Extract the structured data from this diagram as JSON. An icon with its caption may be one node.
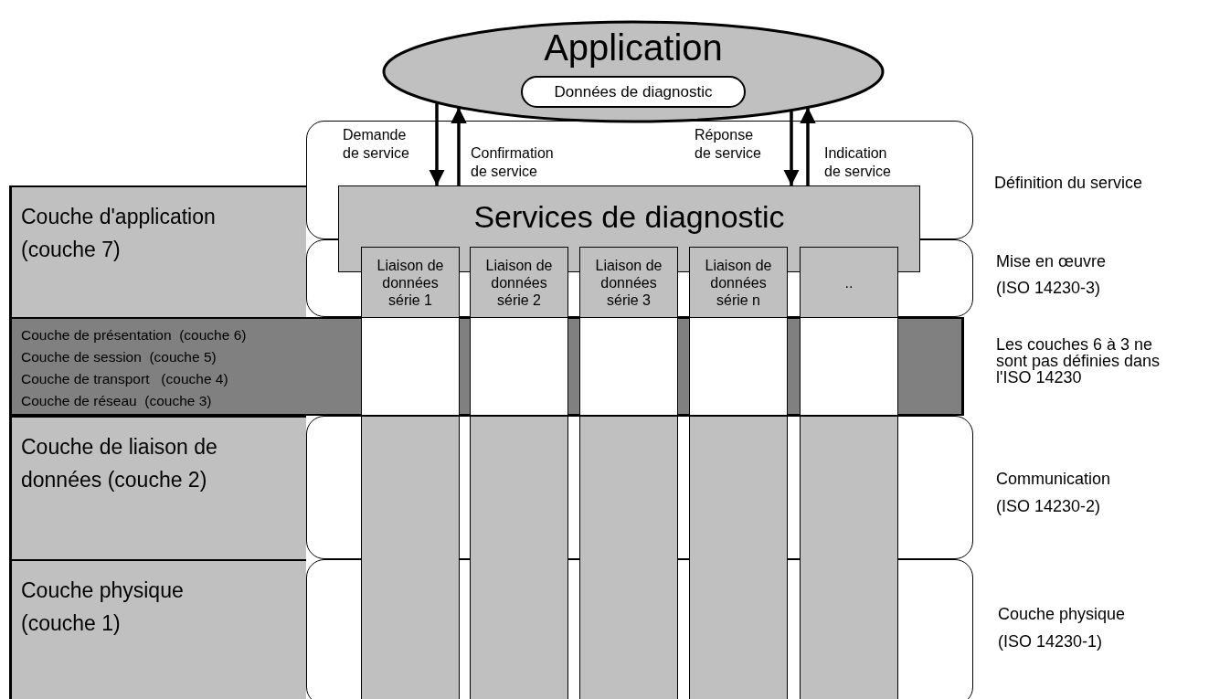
{
  "diagram": {
    "nodes": [
      {
        "text": [
          "Application"
        ]
      },
      {
        "text": [
          "Données de diagnostic"
        ],
        "in": 0
      },
      {
        "text": [
          "Services de diagnostic"
        ]
      },
      {
        "text": [
          "Liaison de données série 1"
        ]
      },
      {
        "text": [
          "Liaison de données série 2"
        ]
      },
      {
        "text": [
          "Liaison de données série 3"
        ]
      },
      {
        "text": [
          "Liaison de données série n"
        ]
      },
      {
        "text": [
          ".."
        ]
      },
      {
        "text": [
          "Couche d'application (couche 7)"
        ]
      },
      {
        "text": [
          "Couche de présentation  (couche 6)",
          "Couche de session  (couche 5)",
          "Couche de transport   (couche 4)",
          "Couche de réseau  (couche 3)"
        ]
      },
      {
        "text": [
          "Couche de liaison de données (couche 2)"
        ]
      },
      {
        "text": [
          "Couche physique (couche 1)"
        ]
      }
    ],
    "edges": [
      {
        "from": 0,
        "to": 2,
        "arrow": "to",
        "label": "Demande de service"
      },
      {
        "from": 2,
        "to": 0,
        "arrow": "to",
        "label": "Confirmation de service"
      },
      {
        "from": 0,
        "to": 2,
        "arrow": "to",
        "label": "Réponse de service"
      },
      {
        "from": 2,
        "to": 0,
        "arrow": "to",
        "label": "Indication de service"
      }
    ],
    "labels": [
      "Définition du service",
      "Mise en œuvre",
      "(ISO 14230-3)",
      "Les couches 6 à 3 ne sont pas définies dans l'ISO 14230",
      "Communication",
      "(ISO 14230-2)",
      "Couche physique",
      "(ISO 14230-1)"
    ]
  }
}
